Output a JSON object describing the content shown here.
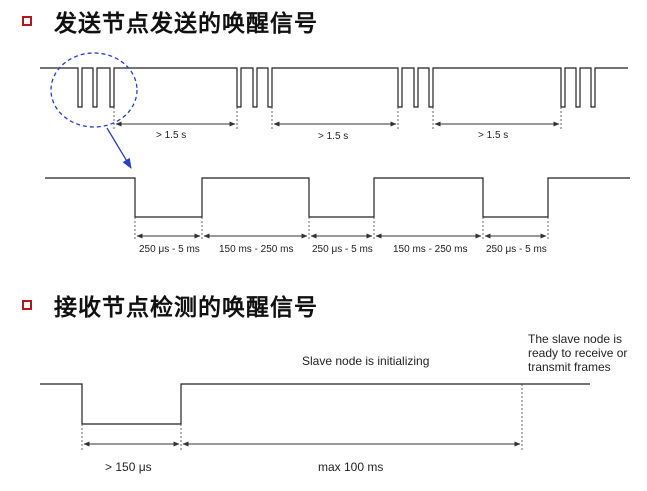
{
  "headings": {
    "send": "发送节点发送的唤醒信号",
    "receive": "接收节点检测的唤醒信号"
  },
  "send_timing": {
    "gap_label": "> 1.5 s",
    "pulse_labels": [
      "250 μs - 5 ms",
      "150 ms - 250 ms",
      "250 μs - 5 ms",
      "150 ms - 250 ms",
      "250 μs - 5 ms"
    ]
  },
  "receive_timing": {
    "status_initializing": "Slave node is initializing",
    "ready_lines": [
      "The slave node is",
      "ready to receive or",
      "transmit frames"
    ],
    "low_label": "> 150 μs",
    "init_label": "max 100 ms"
  },
  "colors": {
    "bullet": "#b0191e",
    "zoom_circle": "#2a3fc4"
  }
}
